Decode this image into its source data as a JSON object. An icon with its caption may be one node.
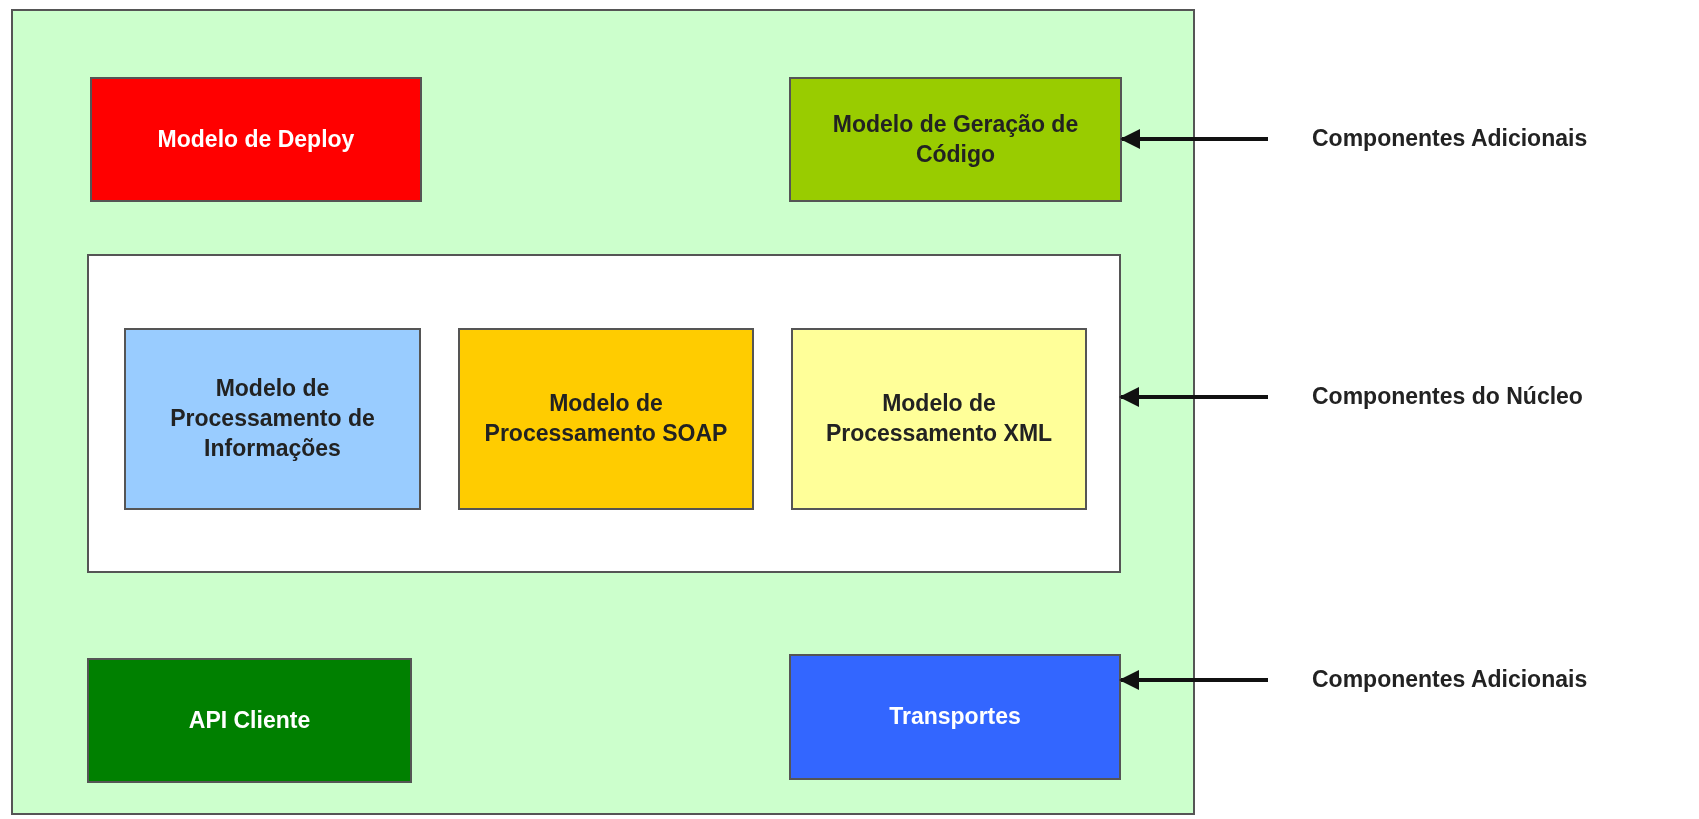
{
  "diagram": {
    "nodes": [
      {
        "text": [],
        "shape": "box"
      },
      {
        "text": [
          "Modelo de Deploy"
        ],
        "in": 0
      },
      {
        "text": [
          "Modelo de Geração de Código"
        ],
        "in": 0
      },
      {
        "text": [],
        "shape": "box",
        "in": 0
      },
      {
        "text": [
          "Modelo de Processamento de Informações"
        ],
        "in": 3
      },
      {
        "text": [
          "Modelo de Processamento SOAP"
        ],
        "in": 3
      },
      {
        "text": [
          "Modelo de Processamento XML"
        ],
        "in": 3
      },
      {
        "text": [
          "API Cliente"
        ],
        "in": 0
      },
      {
        "text": [
          "Transportes"
        ],
        "in": 0
      },
      {
        "text": [
          "Componentes Adicionais"
        ]
      },
      {
        "text": [
          "Componentes do Núcleo"
        ]
      },
      {
        "text": [
          "Componentes Adicionais"
        ]
      }
    ],
    "edges": [
      {
        "from": 9,
        "to": 2,
        "arrow": "to"
      },
      {
        "from": 10,
        "to": 3,
        "arrow": "to"
      },
      {
        "from": 11,
        "to": 8,
        "arrow": "to"
      }
    ]
  }
}
